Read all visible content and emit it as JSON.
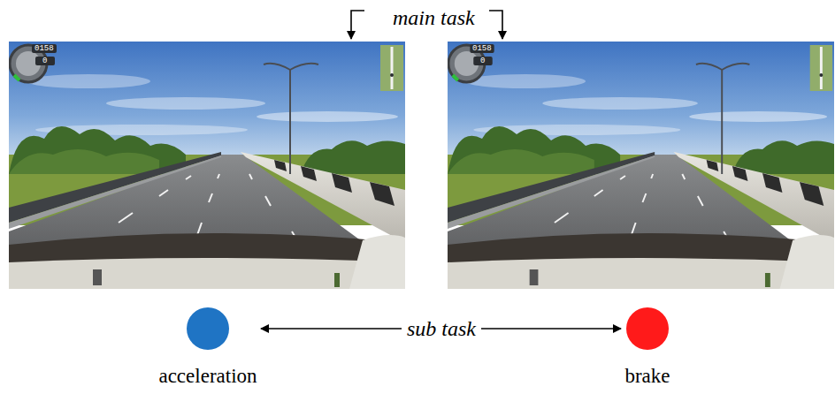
{
  "diagram": {
    "nodes": [
      {
        "text": [
          "acceleration"
        ]
      },
      {
        "text": [
          "brake"
        ]
      }
    ],
    "edges": [
      {
        "from": 0,
        "to": 1,
        "arrow": "both",
        "label": "sub task"
      }
    ],
    "labels": [
      "main task",
      "0158",
      "0",
      "0158",
      "0"
    ]
  }
}
